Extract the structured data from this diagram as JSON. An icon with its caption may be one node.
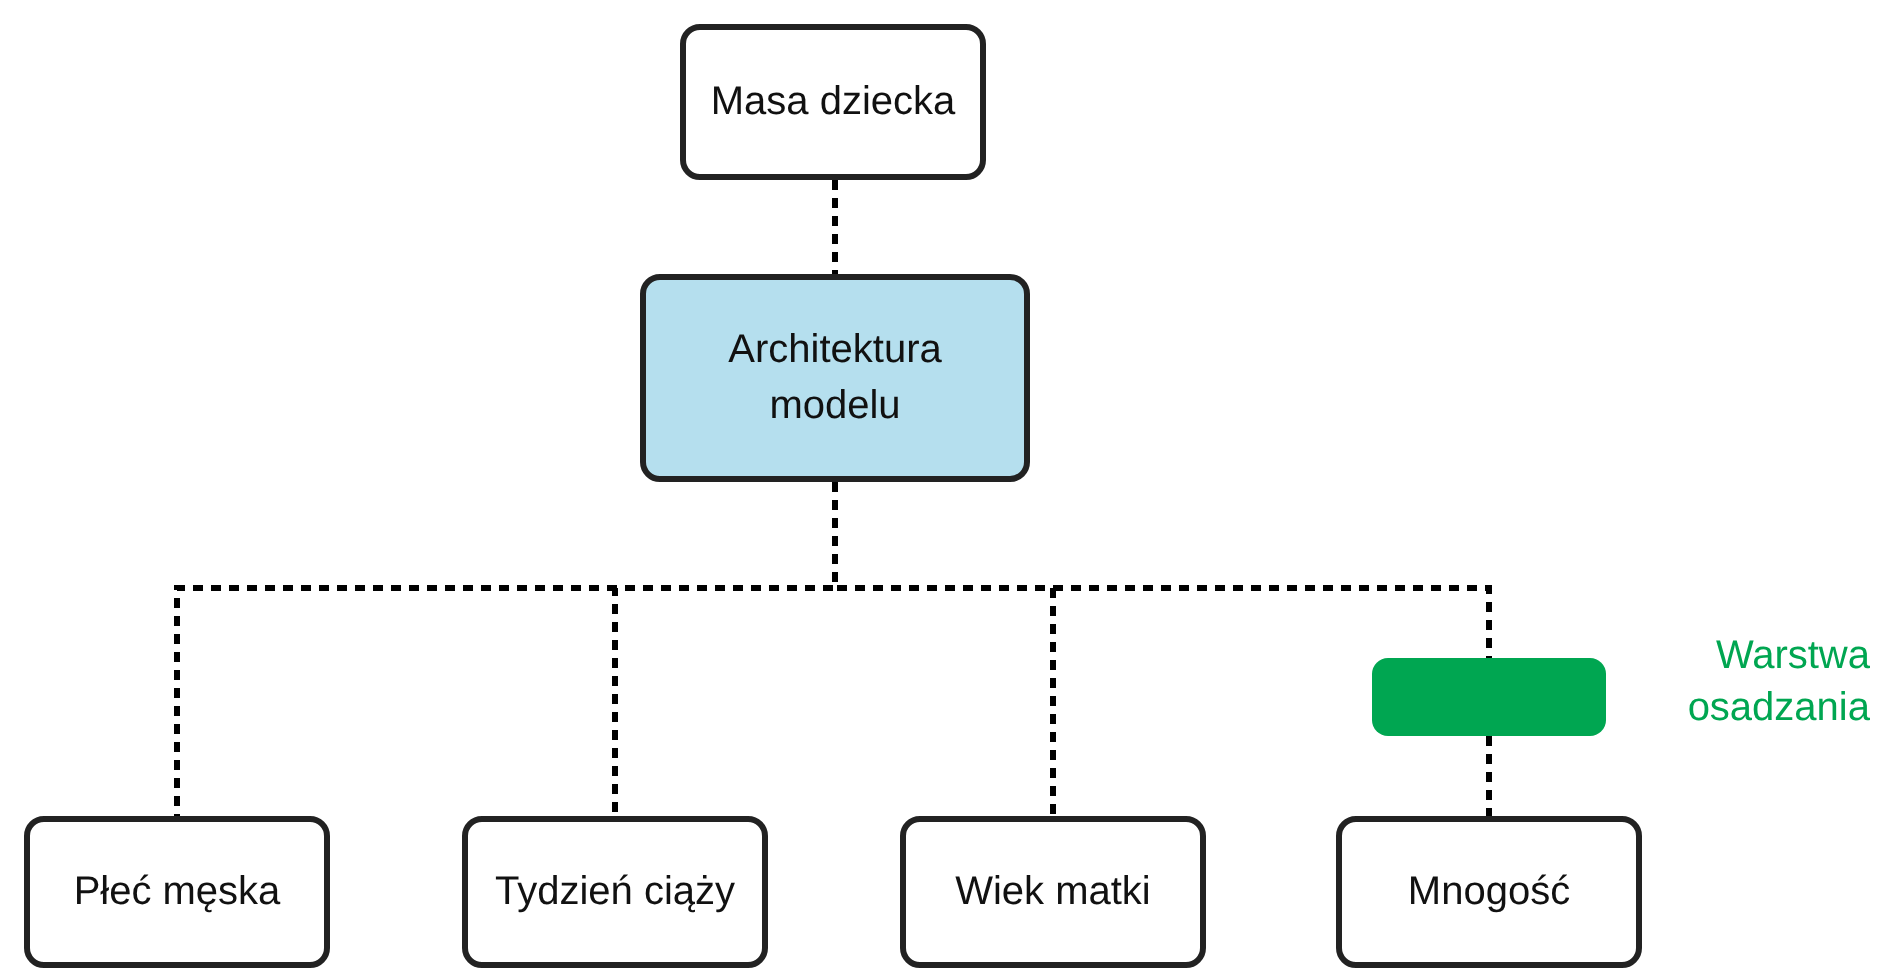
{
  "diagram": {
    "nodes": [
      {
        "text": [
          "Masa dziecka"
        ]
      },
      {
        "text": [
          "Architektura modelu"
        ]
      },
      {
        "text": [
          "Płeć męska"
        ]
      },
      {
        "text": [
          "Tydzień ciąży"
        ]
      },
      {
        "text": [
          "Wiek matki"
        ]
      },
      {
        "text": [
          "Mnogość"
        ]
      },
      {
        "text": [],
        "shape": "bar",
        "beside": [
          "Warstwa osadzania"
        ]
      }
    ],
    "edges": [
      {
        "from": 0,
        "to": 1,
        "arrow": "none",
        "style": "dashed"
      },
      {
        "from": 1,
        "to": 2,
        "arrow": "none",
        "style": "dashed"
      },
      {
        "from": 1,
        "to": 3,
        "arrow": "none",
        "style": "dashed"
      },
      {
        "from": 1,
        "to": 4,
        "arrow": "none",
        "style": "dashed"
      },
      {
        "from": 1,
        "to": 6,
        "arrow": "none",
        "style": "dashed"
      },
      {
        "from": 6,
        "to": 5,
        "arrow": "none",
        "style": "dashed"
      }
    ]
  }
}
